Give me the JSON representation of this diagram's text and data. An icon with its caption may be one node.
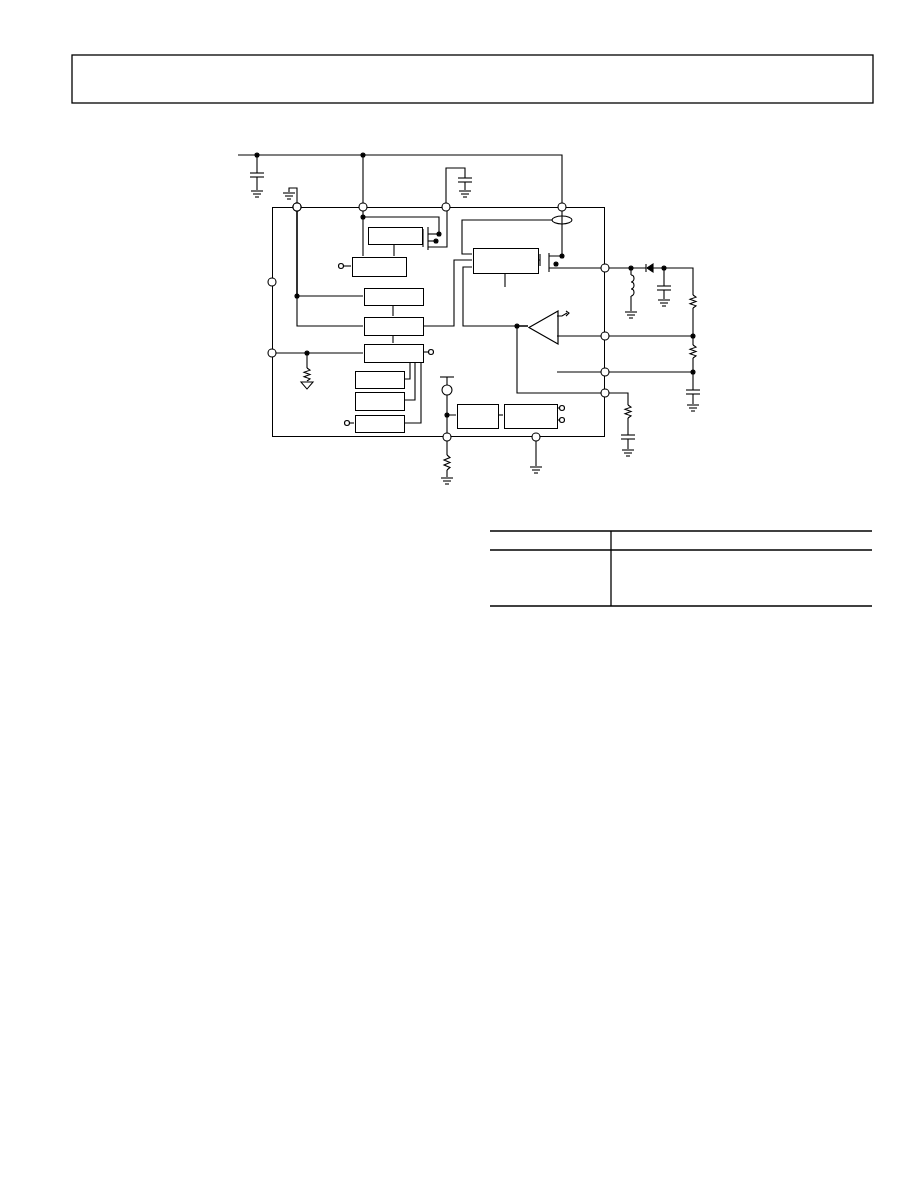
{
  "diagram": {
    "nodes": [
      {
        "text": [],
        "shape": "box"
      },
      {
        "text": [],
        "shape": "box",
        "in": 0
      },
      {
        "text": [],
        "shape": "box",
        "in": 0
      },
      {
        "text": [],
        "shape": "box",
        "in": 0
      },
      {
        "text": [],
        "shape": "box",
        "in": 0
      },
      {
        "text": [],
        "shape": "box",
        "in": 0
      },
      {
        "text": [],
        "shape": "box",
        "in": 0
      },
      {
        "text": [],
        "shape": "box",
        "in": 0
      },
      {
        "text": [],
        "shape": "box",
        "in": 0
      },
      {
        "text": [],
        "shape": "box",
        "in": 0
      },
      {
        "text": [],
        "shape": "box",
        "in": 0
      },
      {
        "text": [],
        "shape": "box",
        "in": 0
      },
      {
        "text": [],
        "shape": "triangle",
        "in": 0
      }
    ],
    "edges": [
      {
        "from": 1,
        "to": 2,
        "arrow": "none"
      },
      {
        "from": 4,
        "to": 5,
        "arrow": "none"
      },
      {
        "from": 5,
        "to": 6,
        "arrow": "none"
      },
      {
        "from": 6,
        "to": 7,
        "arrow": "none"
      },
      {
        "from": 6,
        "to": 8,
        "arrow": "none"
      },
      {
        "from": 6,
        "to": 9,
        "arrow": "none"
      },
      {
        "from": 10,
        "to": 11,
        "arrow": "none"
      },
      {
        "from": 5,
        "to": 3,
        "arrow": "none"
      },
      {
        "from": 3,
        "to": 12,
        "arrow": "none"
      },
      {
        "from": 12,
        "to": 0,
        "arrow": "other"
      },
      {
        "from": 0,
        "to": 12,
        "arrow": "other"
      },
      {
        "from": 0,
        "to": 6,
        "arrow": "other"
      },
      {
        "from": 0,
        "to": 4,
        "arrow": "other"
      },
      {
        "from": 0,
        "to": 5,
        "arrow": "other"
      },
      {
        "from": 0,
        "to": 2,
        "arrow": "other"
      },
      {
        "from": 0,
        "to": 10,
        "arrow": "other"
      }
    ]
  }
}
